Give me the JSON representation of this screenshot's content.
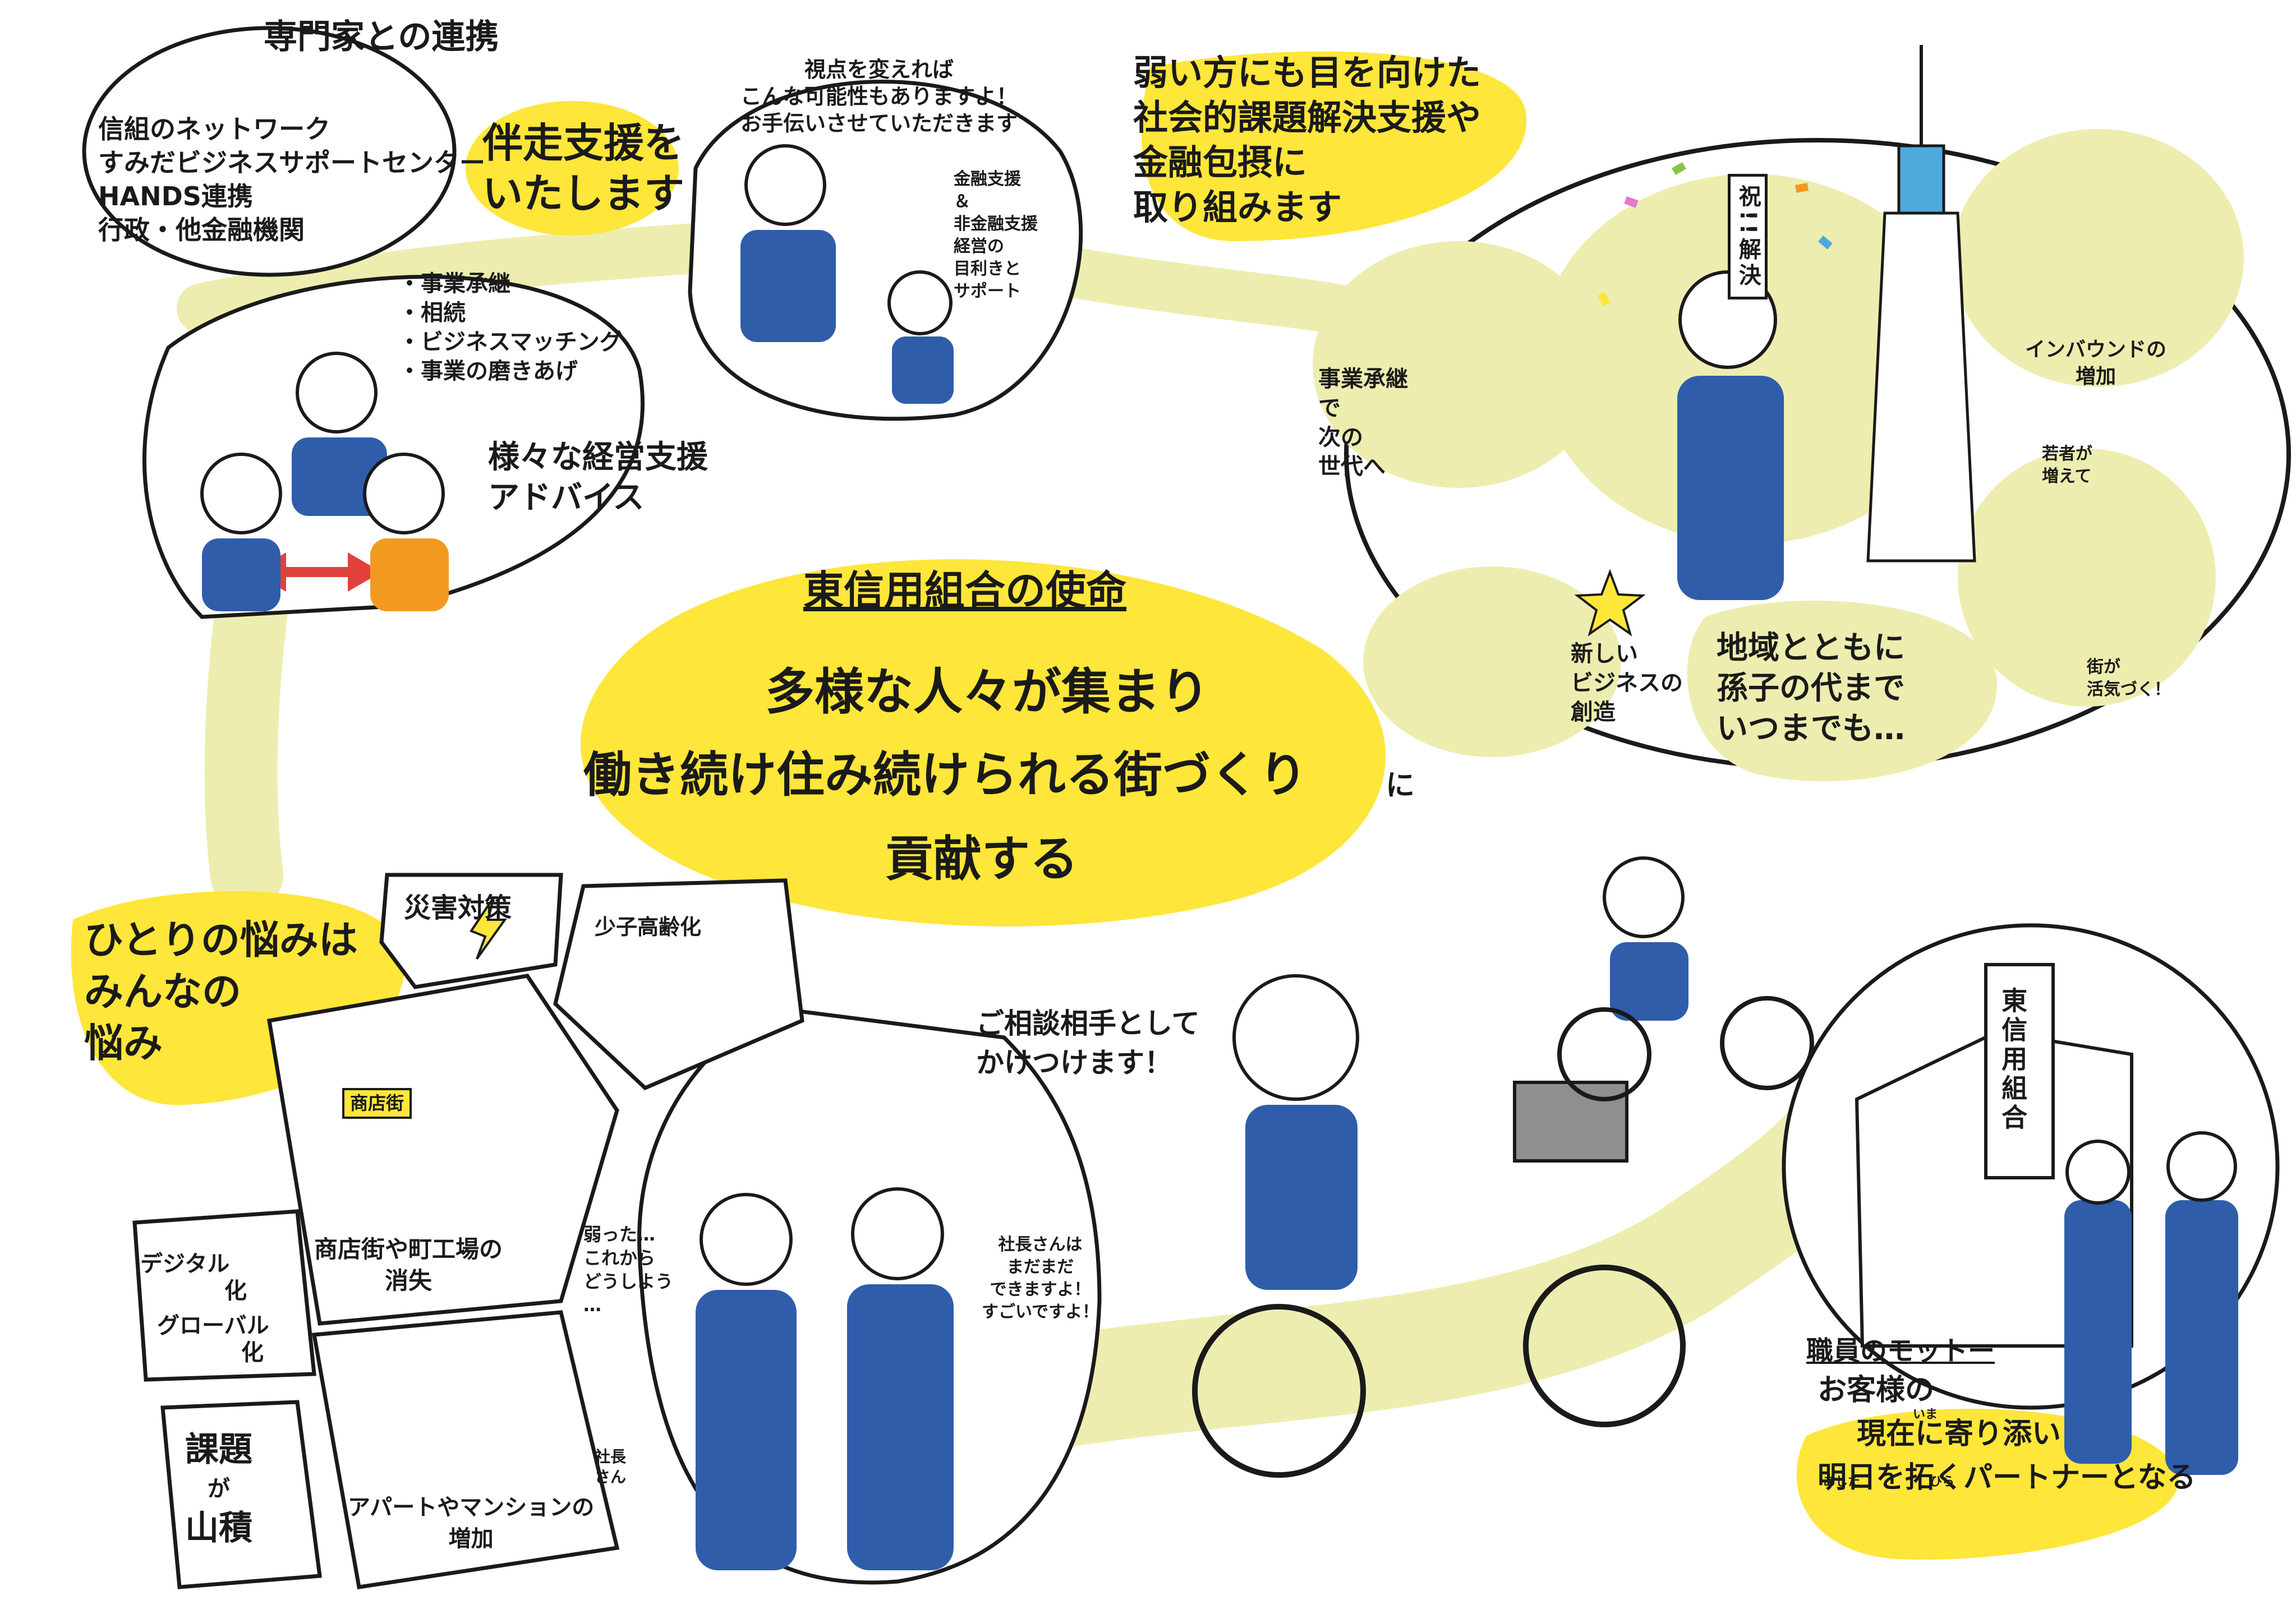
{
  "colors": {
    "yellow": "#FFE63A",
    "path": "#EDEDB0",
    "ink": "#1A1A1A",
    "suit_blue": "#2F5DAA",
    "light_blue": "#4FA9DC",
    "orange": "#F29A1F",
    "pink": "#E07BC8",
    "green": "#8BC34A",
    "red_arrow": "#E0423B",
    "bldg_gray": "#8F8F8F"
  },
  "icons": {
    "lightning": "lightning-icon",
    "star": "star-icon",
    "arrow": "arrow-icon",
    "confetti": "confetti-icon"
  },
  "center": {
    "heading": "東信用組合の使命",
    "line1": "多様な人々が集まり",
    "line2": "働き続け住み続けられる街づくり",
    "particle": "に",
    "line3": "貢献する"
  },
  "top_left": {
    "partners_title": "専門家との連携",
    "partners_items": [
      "信組のネットワーク",
      "すみだビジネスサポートセンター",
      "HANDS連携",
      "行政・他金融機関"
    ],
    "banner": [
      "伴走支援を",
      "いたします"
    ],
    "support_list": [
      "・事業承継",
      "・相続",
      "・ビジネスマッチング",
      "・事業の磨きあげ"
    ],
    "support_caption": [
      "様々な経営支援",
      "アドバイス"
    ]
  },
  "top_middle": {
    "speech": [
      "視点を変えれば",
      "こんな可能性もありますよ！",
      "お手伝いさせていただきます"
    ],
    "note": [
      "金融支援",
      "＆",
      "非金融支援",
      "経営の",
      "目利きと",
      "サポート"
    ]
  },
  "top_right": {
    "banner": [
      "弱い方にも目を向けた",
      "社会的課題解決支援や",
      "金融包摂に",
      "取り組みます"
    ],
    "celebration_sign": "祝!!解決",
    "succession": [
      "事業承継",
      "で",
      "次の",
      "世代へ"
    ],
    "new_business": [
      "新しい",
      "ビジネスの",
      "創造"
    ],
    "inbound": [
      "インバウンドの",
      "増加"
    ],
    "youth": [
      "若者が",
      "増えて"
    ],
    "vibrant": [
      "街が",
      "活気づく！"
    ],
    "region": [
      "地域とともに",
      "孫子の代まで",
      "いつまでも…"
    ]
  },
  "bottom_left": {
    "banner": [
      "ひとりの悩みは",
      "みんなの",
      "悩み"
    ],
    "disaster": "災害対策",
    "aging": "少子高齢化",
    "shopping_sign": "商店街",
    "shops_lost": [
      "商店街や町工場の",
      "消失"
    ],
    "digital": [
      "デジタル",
      "化"
    ],
    "global": [
      "グローバル",
      "化"
    ],
    "problems": [
      "課題",
      "が",
      "山積"
    ],
    "apartments": [
      "アパートやマンションの",
      "増加"
    ],
    "worried": [
      "弱った…",
      "これから",
      "どうしよう",
      "…"
    ],
    "president_label": [
      "社長",
      "さん"
    ],
    "encourage": [
      "社長さんは",
      "まだまだ",
      "できますよ！",
      "すごいですよ！"
    ]
  },
  "bottom_center": {
    "consult": [
      "ご相談相手として",
      "かけつけます！"
    ]
  },
  "bottom_right": {
    "building_sign": "東信用組合",
    "motto_title": "職員のモットー",
    "motto": [
      "お客様の",
      "現在に寄り添い",
      "明日を拓くパートナーとなる"
    ],
    "ruby_ima": "いま",
    "ruby_ashita": "あした",
    "ruby_hira": "ひら"
  }
}
